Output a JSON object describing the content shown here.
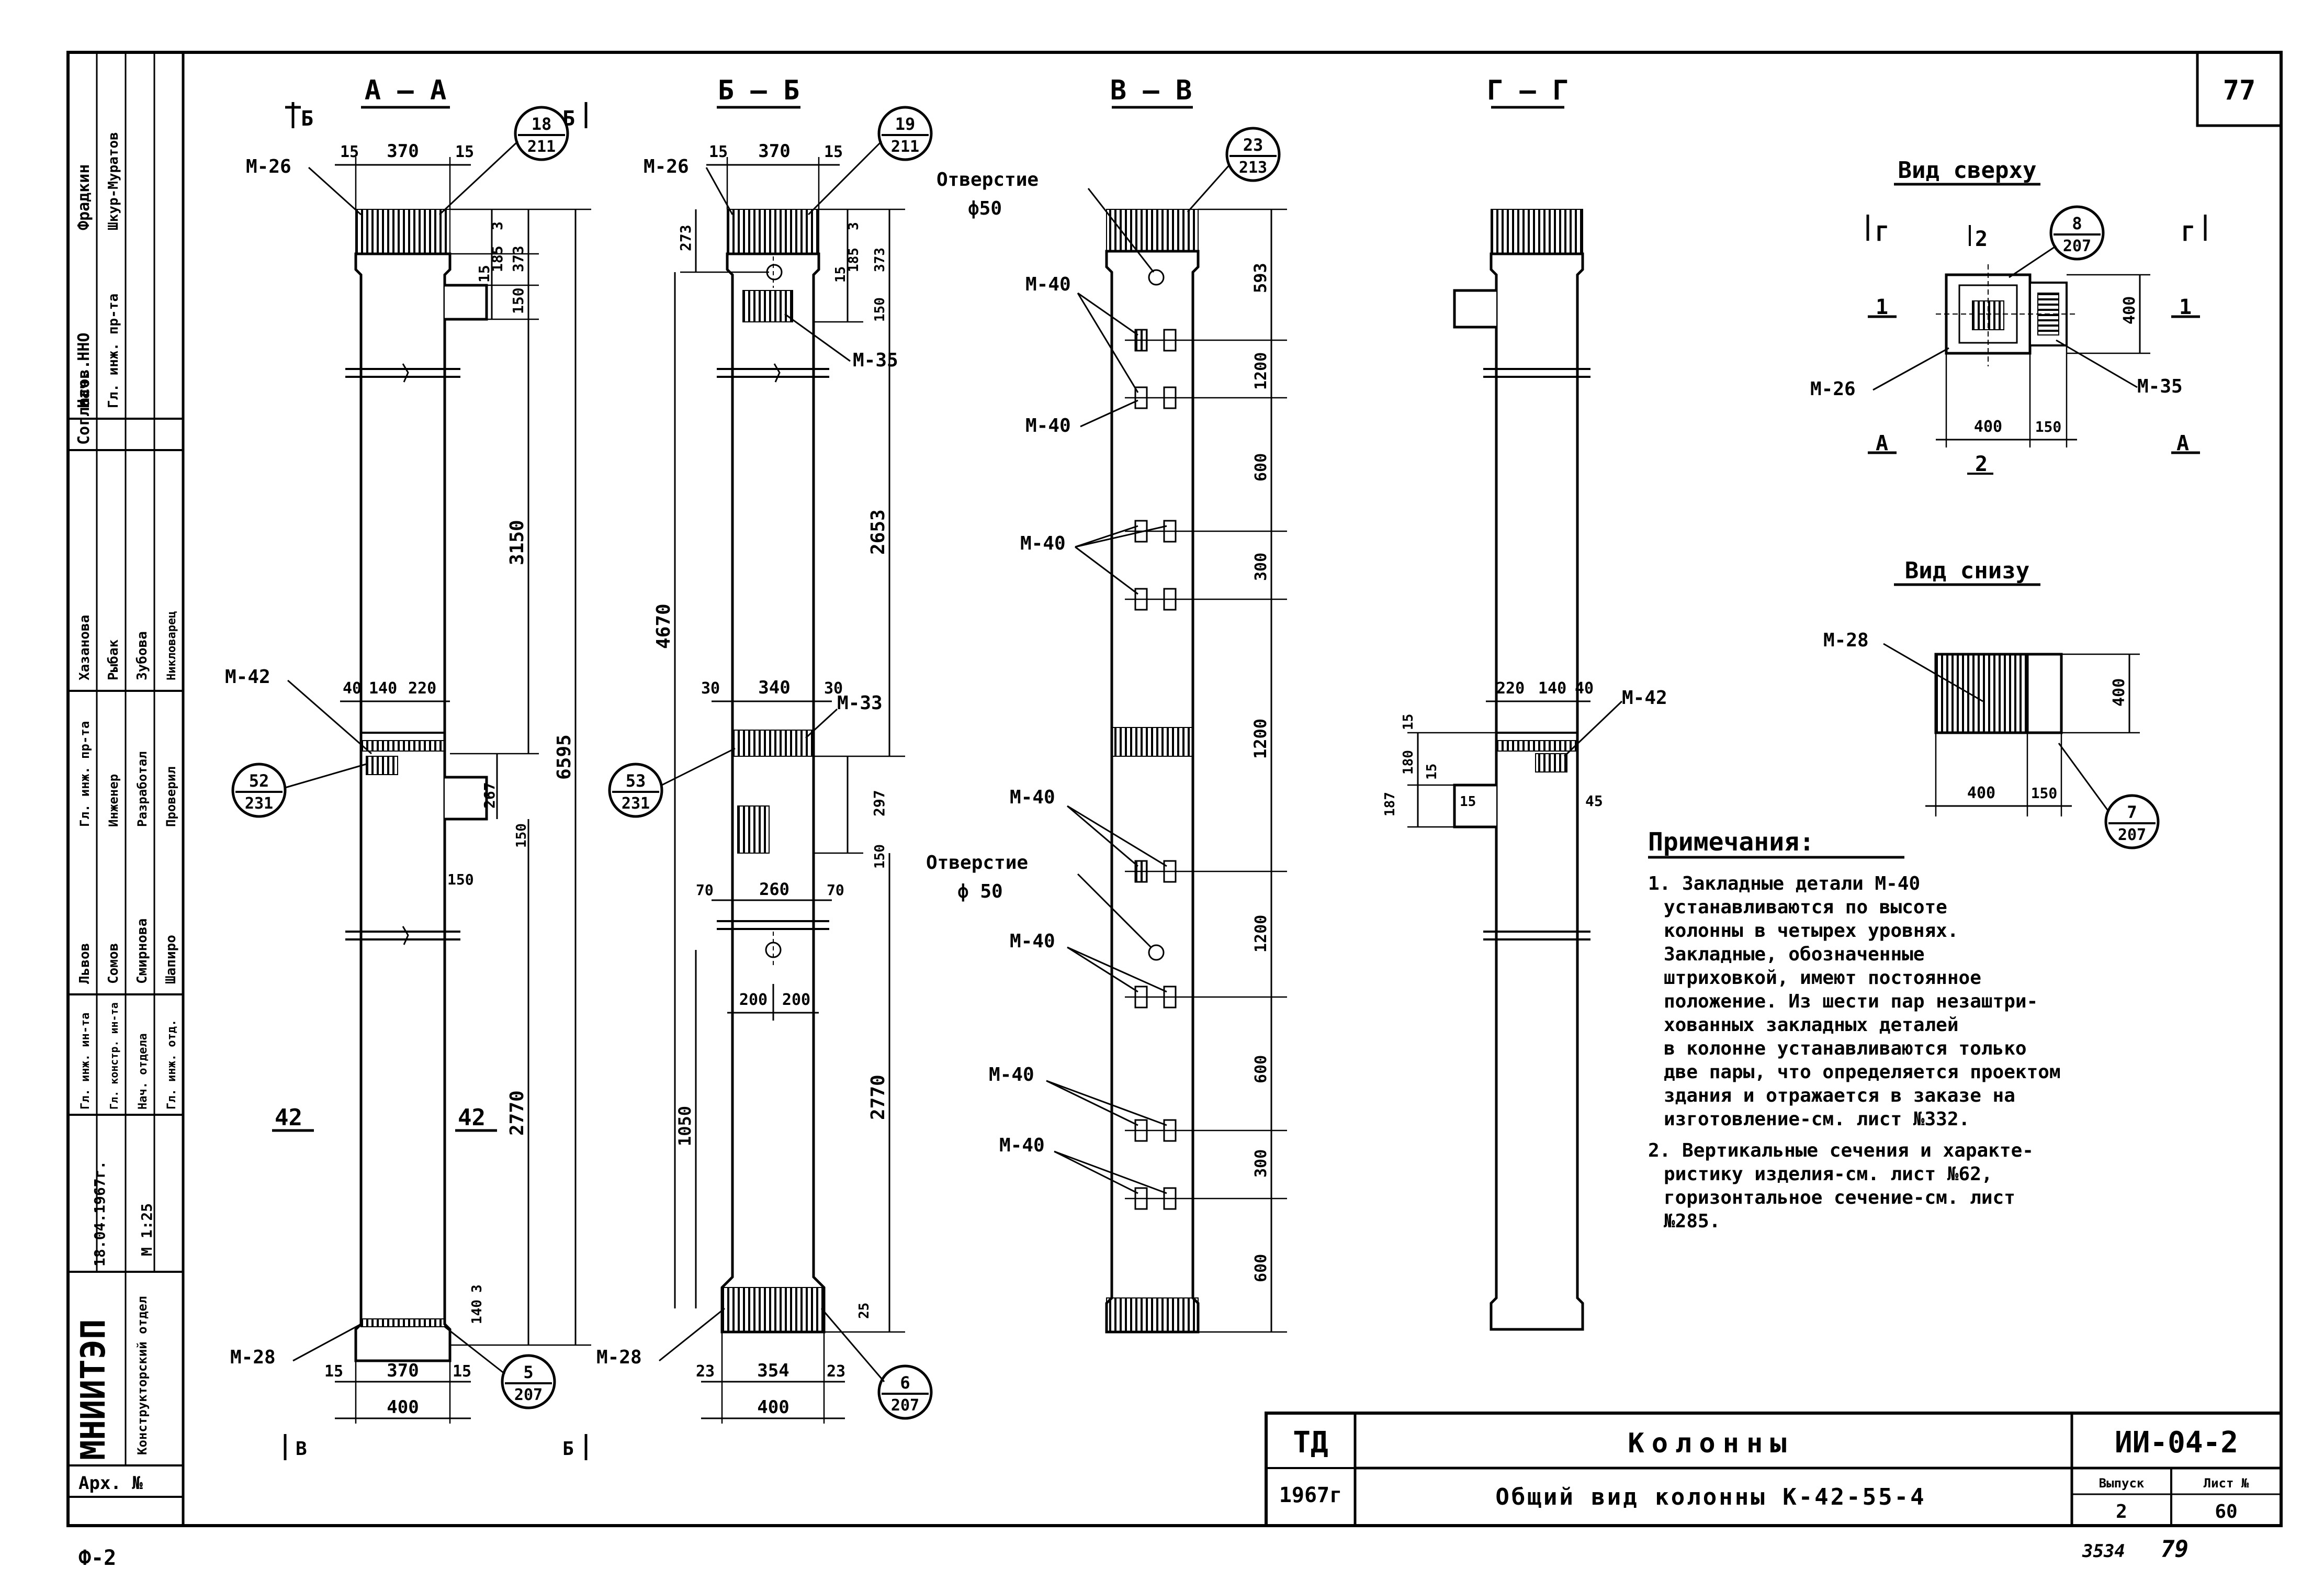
{
  "sheet_number": "77",
  "sections": {
    "aa": {
      "title": "А — А",
      "arrow_left": "Б",
      "arrow_right": "Б",
      "arrow_bottom_left": "В",
      "arrow_bottom_right": "Б"
    },
    "bb": {
      "title": "Б — Б"
    },
    "vv": {
      "title": "В — В"
    },
    "gg": {
      "title": "Г — Г"
    }
  },
  "labels": {
    "m26_a": "М-26",
    "m26_b": "М-26",
    "m28_a": "М-28",
    "m28_b": "М-28",
    "m42_a": "М-42",
    "m42_g": "М-42",
    "m35": "М-35",
    "m33": "М-33",
    "m40_1": "М-40",
    "m40_2": "М-40",
    "m40_3": "М-40",
    "m40_4": "М-40",
    "m40_5": "М-40",
    "m40_6": "М-40",
    "m40_7": "М-40",
    "hole_1": "Отверстие",
    "hole_1_d": "ф50",
    "hole_2": "Отверстие",
    "hole_2_d": "ф 50",
    "sec42_l": "42",
    "sec42_r": "42"
  },
  "callouts": {
    "c18": {
      "top": "18",
      "bottom": "211"
    },
    "c19": {
      "top": "19",
      "bottom": "211"
    },
    "c23": {
      "top": "23",
      "bottom": "213"
    },
    "c52": {
      "top": "52",
      "bottom": "231"
    },
    "c53": {
      "top": "53",
      "bottom": "231"
    },
    "c5": {
      "top": "5",
      "bottom": "207"
    },
    "c6": {
      "top": "6",
      "bottom": "207"
    },
    "c8": {
      "top": "8",
      "bottom": "207"
    },
    "c7": {
      "top": "7",
      "bottom": "207"
    }
  },
  "dims": {
    "aa": {
      "top15l": "15",
      "top370": "370",
      "top15r": "15",
      "d3": "3",
      "d185": "185",
      "d373": "373",
      "d15": "15",
      "d150a": "150",
      "d3150": "3150",
      "d6595": "6595",
      "d40": "40",
      "d140": "140",
      "d220": "220",
      "d267": "267",
      "d150b": "150",
      "d150c": "150",
      "d2770": "2770",
      "d140b": "140",
      "d3b": "3",
      "bot15l": "15",
      "bot370": "370",
      "bot15r": "15",
      "bot400": "400"
    },
    "bb": {
      "top15l": "15",
      "top370": "370",
      "top15r": "15",
      "d273": "273",
      "d3": "3",
      "d185": "185",
      "d373": "373",
      "d15": "15",
      "d150a": "150",
      "d2653": "2653",
      "d4670": "4670",
      "d30l": "30",
      "d340": "340",
      "d30r": "30",
      "d297": "297",
      "d150b": "150",
      "d70l": "70",
      "d260": "260",
      "d70r": "70",
      "d200l": "200",
      "d200r": "200",
      "d1050": "1050",
      "d2770": "2770",
      "d25": "25",
      "bot23l": "23",
      "bot354": "354",
      "bot23r": "23",
      "bot400": "400"
    },
    "vv": {
      "d593": "593",
      "d1200a": "1200",
      "d600a": "600",
      "d300a": "300",
      "d1200b": "1200",
      "d1200c": "1200",
      "d600b": "600",
      "d300b": "300",
      "d600c": "600"
    },
    "gg": {
      "d220": "220",
      "d140": "140",
      "d40": "40",
      "d15a": "15",
      "d180": "180",
      "d187": "187",
      "d15b": "15",
      "d15c": "15",
      "d45": "45"
    }
  },
  "top_view": {
    "title": "Вид сверху",
    "g_left": "Г",
    "g_right": "Г",
    "two_top": "2",
    "two_bot": "2",
    "one_l": "1",
    "one_r": "1",
    "a_l": "А",
    "a_r": "А",
    "m26": "М-26",
    "m35": "М-35",
    "d400h": "400",
    "d150": "150",
    "d400v": "400"
  },
  "bottom_view": {
    "title": "Вид снизу",
    "m28": "М-28",
    "d400h": "400",
    "d150": "150",
    "d400v": "400"
  },
  "notes": {
    "title": "Примечания:",
    "items": [
      "1. Закладные детали М-40",
      "устанавливаются по высоте",
      "колонны в четырех уровнях.",
      "Закладные, обозначенные",
      "штриховкой, имеют постоянное",
      "положение. Из шести пар незаштри-",
      "хованных закладных деталей",
      "в колонне устанавливаются только",
      "две пары, что определяется проектом",
      "здания и отражается в заказе на",
      "изготовление-см. лист №332.",
      "2. Вертикальные сечения и характе-",
      "ристику изделия-см. лист №62,",
      "горизонтальное сечение-см. лист",
      "№285."
    ]
  },
  "side_stamp": {
    "col1": [
      "Фрадкин",
      "Шкур-Муратов"
    ],
    "col2": [
      "Нач. ННО",
      "Гл. инж. пр-та"
    ],
    "col3": [
      "Согласов."
    ],
    "col4": [
      "Хазанова",
      "Рыбак",
      "Зубова",
      "Никловарец"
    ],
    "col5": [
      "Гл. инж. пр-та",
      "Инженер",
      "Разработал",
      "Проверил"
    ],
    "col6": [
      "Львов",
      "Сомов",
      "Смирнова",
      "Шапиро"
    ],
    "col7": [
      "Гл. инж. ин-та",
      "Гл. констр. ин-та",
      "Нач. отдела",
      "Гл. инж. отд."
    ],
    "col8": [
      "18.04.1967г.",
      "М 1:25"
    ],
    "org": "МНИИТЭП",
    "dept": "Конструкторский отдел",
    "arch": "Арх. №"
  },
  "title_block": {
    "td": "ТД",
    "year": "1967г",
    "name": "Колонны",
    "subtitle": "Общий вид колонны К-42-55-4",
    "code": "ИИ-04-2",
    "issue_label": "Выпуск",
    "issue": "2",
    "sheet_label": "Лист №",
    "sheet": "60"
  },
  "footer": {
    "left": "Ф-2",
    "num": "3534",
    "page": "79"
  }
}
